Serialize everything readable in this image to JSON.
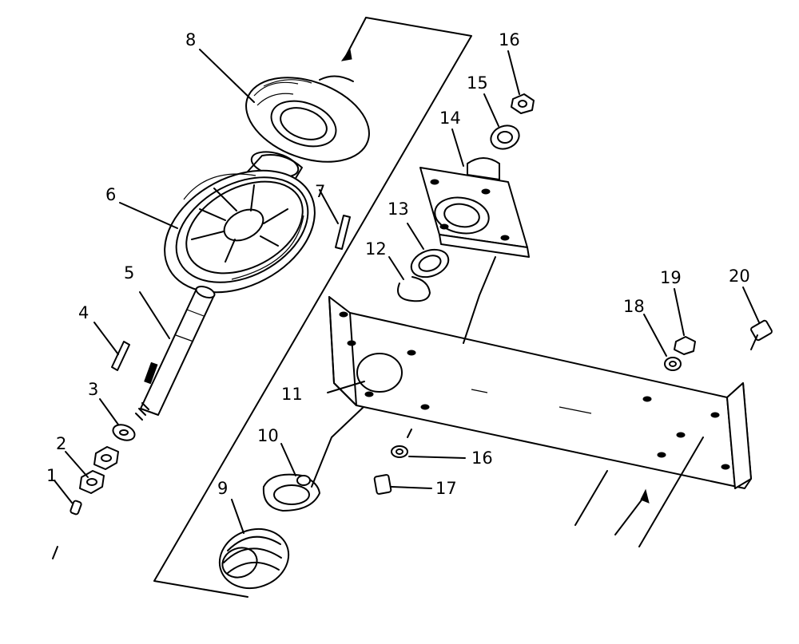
{
  "callouts": {
    "n1": "1",
    "n2": "2",
    "n3": "3",
    "n4": "4",
    "n5": "5",
    "n6": "6",
    "n7": "7",
    "n8": "8",
    "n9": "9",
    "n10": "10",
    "n11": "11",
    "n12": "12",
    "n13": "13",
    "n14": "14",
    "n15": "15",
    "n16a": "16",
    "n16b": "16",
    "n17": "17",
    "n18": "18",
    "n19": "19",
    "n20": "20"
  }
}
